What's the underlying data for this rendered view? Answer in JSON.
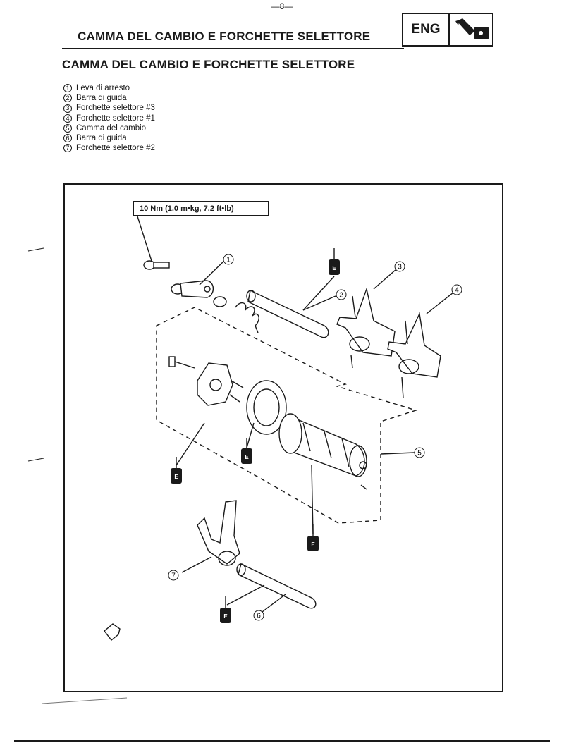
{
  "page": {
    "number": "—8—"
  },
  "header": {
    "title": "CAMMA DEL CAMBIO E FORCHETTE SELETTORE",
    "badge": "ENG",
    "badge_icon": "transmission-fork-icon"
  },
  "section": {
    "title": "CAMMA DEL CAMBIO E FORCHETTE SELETTORE"
  },
  "legend": [
    {
      "num": "1",
      "label": "Leva di arresto"
    },
    {
      "num": "2",
      "label": "Barra di guida"
    },
    {
      "num": "3",
      "label": "Forchette selettore #3"
    },
    {
      "num": "4",
      "label": "Forchette selettore #1"
    },
    {
      "num": "5",
      "label": "Camma del cambio"
    },
    {
      "num": "6",
      "label": "Barra di guida"
    },
    {
      "num": "7",
      "label": "Forchette selettore #2"
    }
  ],
  "figure": {
    "torque": "10 Nm (1.0 m•kg, 7.2 ft•lb)",
    "callouts": [
      "1",
      "2",
      "3",
      "4",
      "5",
      "6",
      "7"
    ],
    "marker_letter": "E"
  },
  "colors": {
    "ink": "#1a1a1a",
    "paper": "#ffffff"
  }
}
